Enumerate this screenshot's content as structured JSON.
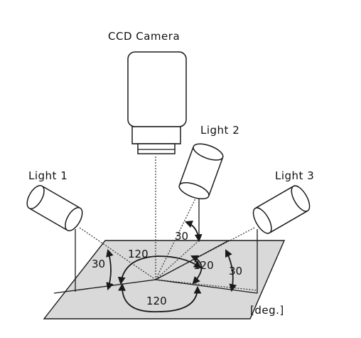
{
  "labels": {
    "camera": "CCD  Camera",
    "light1": "Light  1",
    "light2": "Light  2",
    "light3": "Light  3",
    "unit": "[deg.]"
  },
  "angles": {
    "elev_light1": "30",
    "elev_light2": "30",
    "elev_light3": "30",
    "azimuth_top": "120",
    "azimuth_right": "120",
    "azimuth_bottom": "120"
  },
  "colors": {
    "plane_fill": "#d9d9d9",
    "stroke": "#1a1a1a",
    "background": "#ffffff"
  }
}
